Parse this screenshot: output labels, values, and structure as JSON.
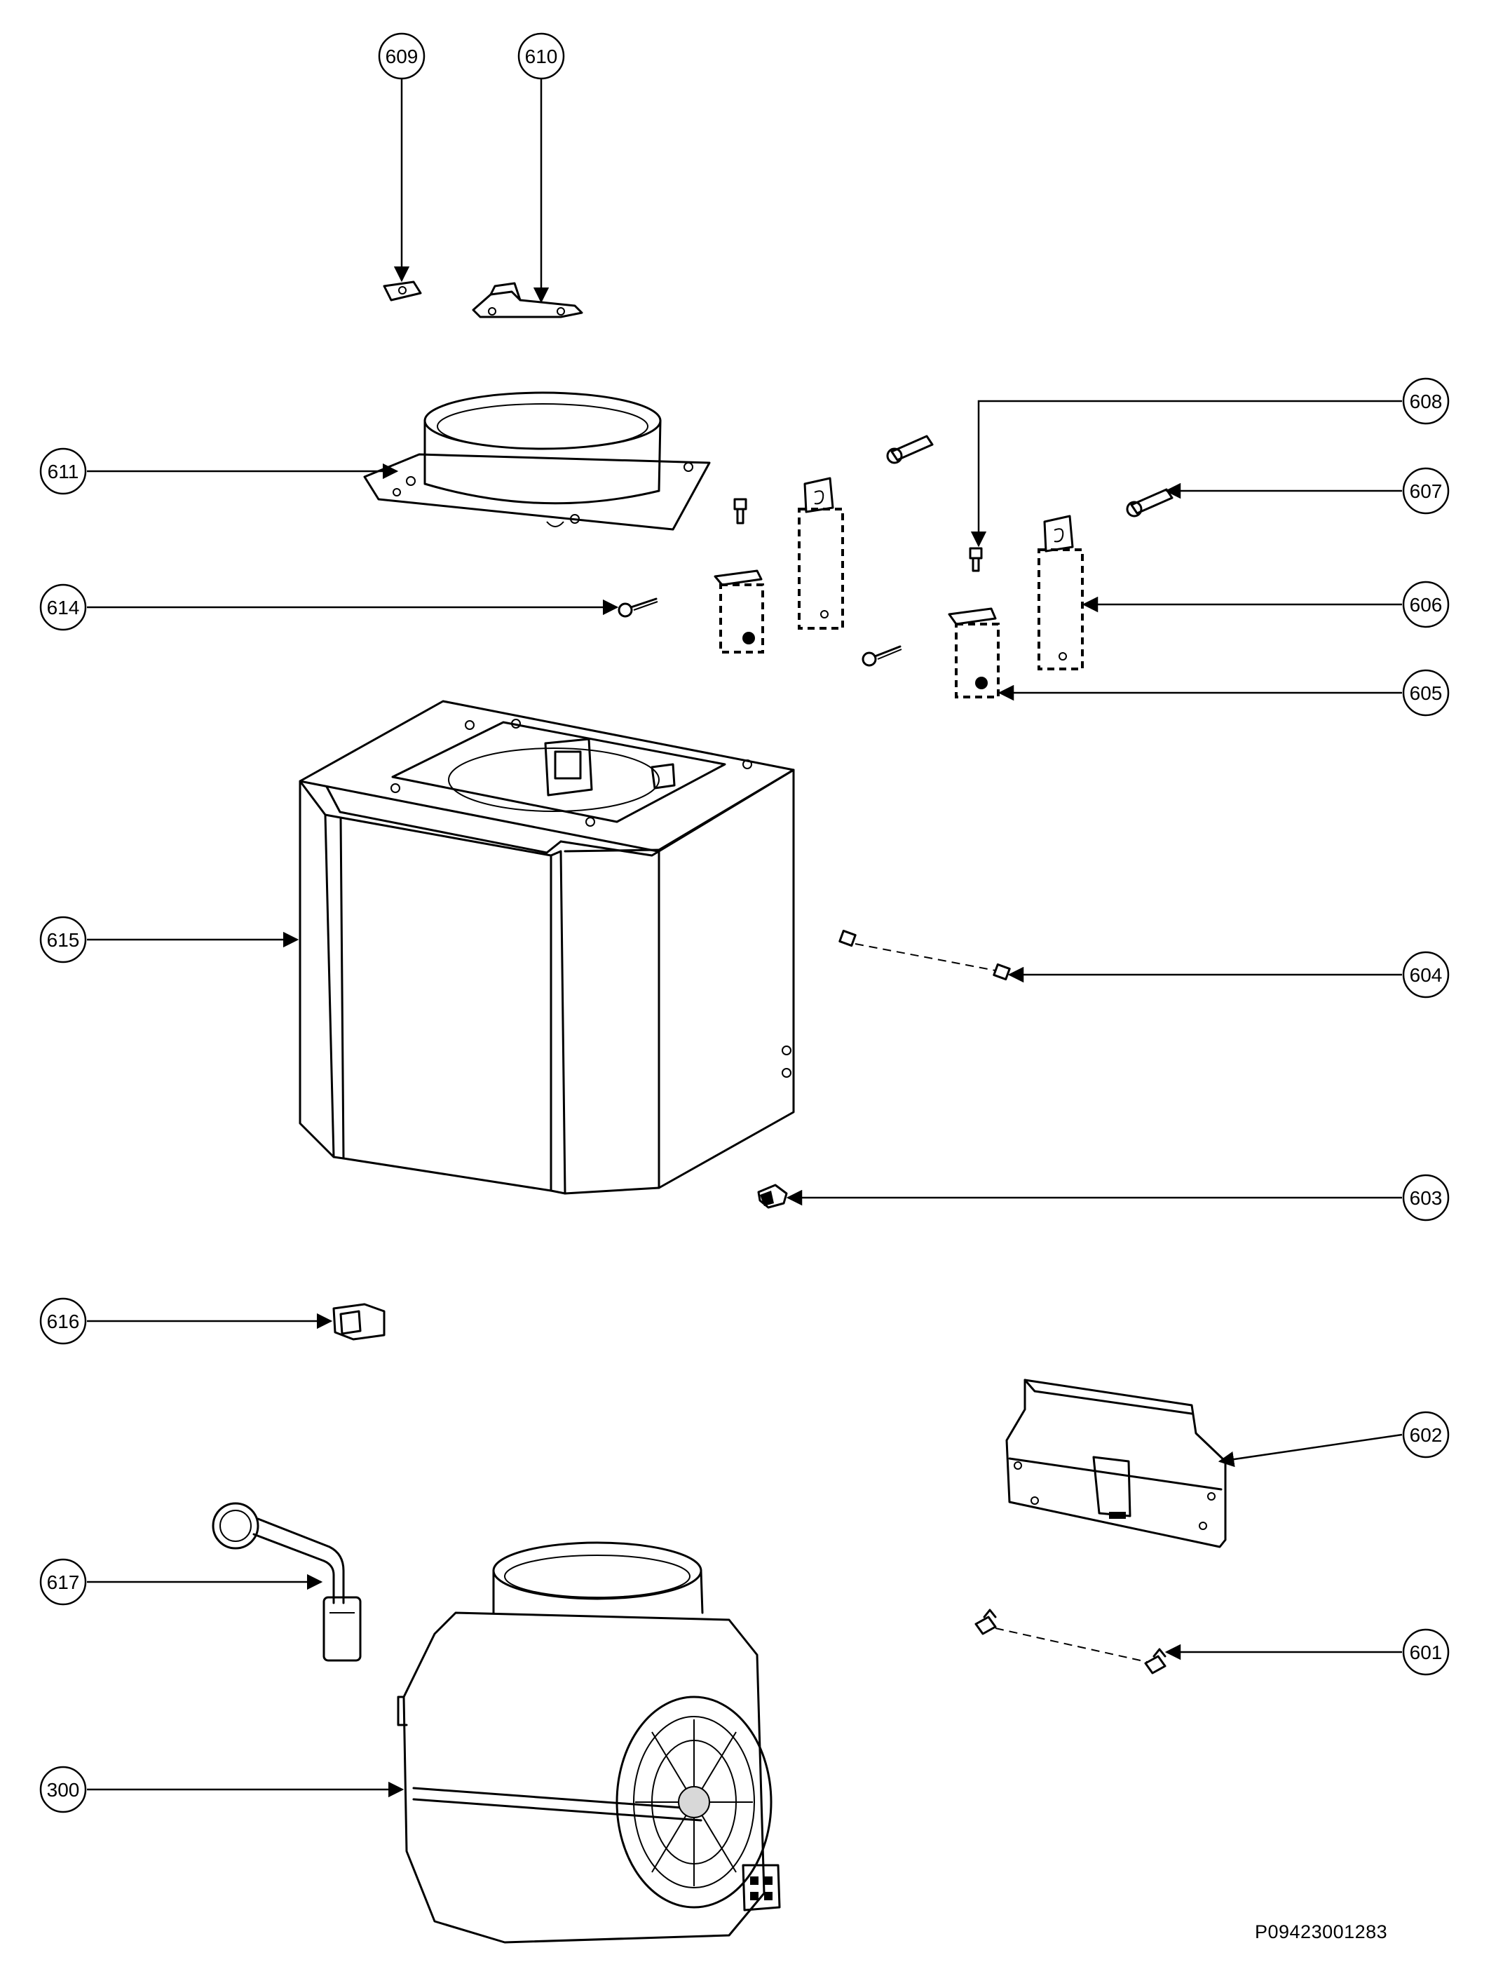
{
  "drawing": {
    "reference_code": "P09423001283"
  },
  "callouts": [
    {
      "id": "609",
      "label": "609"
    },
    {
      "id": "610",
      "label": "610"
    },
    {
      "id": "611",
      "label": "611"
    },
    {
      "id": "608",
      "label": "608"
    },
    {
      "id": "607",
      "label": "607"
    },
    {
      "id": "614",
      "label": "614"
    },
    {
      "id": "606",
      "label": "606"
    },
    {
      "id": "605",
      "label": "605"
    },
    {
      "id": "615",
      "label": "615"
    },
    {
      "id": "604",
      "label": "604"
    },
    {
      "id": "603",
      "label": "603"
    },
    {
      "id": "616",
      "label": "616"
    },
    {
      "id": "602",
      "label": "602"
    },
    {
      "id": "617",
      "label": "617"
    },
    {
      "id": "601",
      "label": "601"
    },
    {
      "id": "300",
      "label": "300"
    }
  ]
}
